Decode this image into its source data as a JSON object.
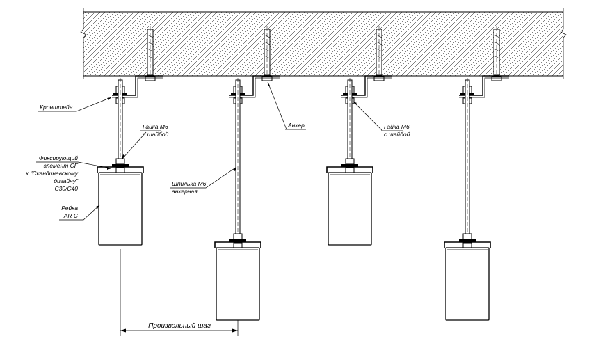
{
  "labels": {
    "bracket": "Кронштейн",
    "nut_left_1": "Гайка М6",
    "nut_left_2": "с шайбой",
    "anchor": "Анкер",
    "nut_right_1": "Гайка М6",
    "nut_right_2": "с шайбой",
    "clip_1": "Фиксирующий",
    "clip_2": "элемент CF",
    "clip_3": "к \"Скандинавскому",
    "clip_4": "дизайну\"",
    "clip_5": "C30/C40",
    "rod_1": "Шпилька М6",
    "rod_2": "анкерная",
    "rail_1": "Рейка",
    "rail_2": "AR C",
    "pitch": "Произвольный шаг"
  },
  "colors": {
    "line": "#000000",
    "background": "#ffffff"
  }
}
